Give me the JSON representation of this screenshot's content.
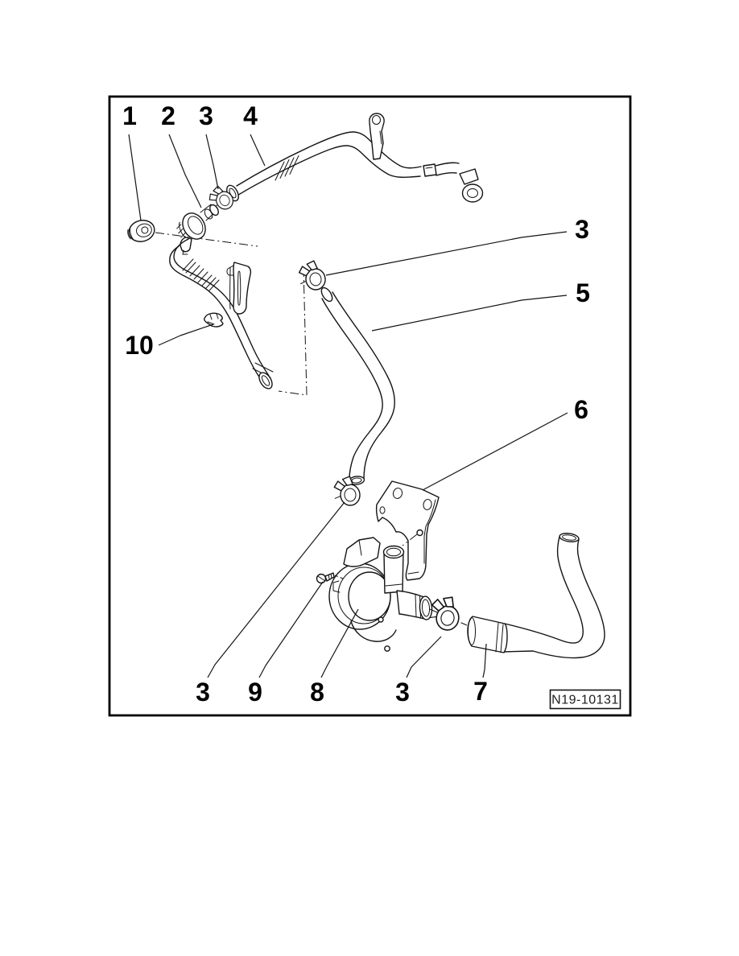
{
  "figure": {
    "drawing_number": "N19-10131"
  },
  "callouts": [
    {
      "id": "callout-1",
      "label": "1"
    },
    {
      "id": "callout-2",
      "label": "2"
    },
    {
      "id": "callout-3-top",
      "label": "3"
    },
    {
      "id": "callout-4",
      "label": "4"
    },
    {
      "id": "callout-3-right",
      "label": "3"
    },
    {
      "id": "callout-5",
      "label": "5"
    },
    {
      "id": "callout-6",
      "label": "6"
    },
    {
      "id": "callout-10",
      "label": "10"
    },
    {
      "id": "callout-3-bottom-left",
      "label": "3"
    },
    {
      "id": "callout-9",
      "label": "9"
    },
    {
      "id": "callout-8",
      "label": "8"
    },
    {
      "id": "callout-3-bottom-right",
      "label": "3"
    },
    {
      "id": "callout-7",
      "label": "7"
    }
  ],
  "colors": {
    "background": "#ffffff",
    "line": "#141414",
    "callout_text": "#000000"
  }
}
